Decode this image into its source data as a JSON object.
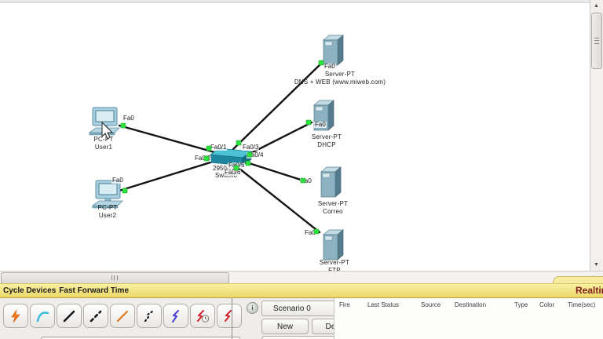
{
  "colors": {
    "realtime_bar_yellow": "#eed768",
    "realtime_text_maroon": "#7d1a1a",
    "link_up_green": "#2de23c",
    "link_line_black": "#141414",
    "auto_connect_orange": "#f07818",
    "console_cyan": "#35b8d8",
    "fiber_orange": "#e2761b",
    "coaxial_blue": "#4a3fd0",
    "serial_red": "#d2232e"
  },
  "topology": {
    "devices": [
      {
        "kind": "pc",
        "type_label": "PC-PT",
        "name": "User1"
      },
      {
        "kind": "pc",
        "type_label": "PC-PT",
        "name": "User2"
      },
      {
        "kind": "switch",
        "model": "2950-24",
        "name": "Switch0"
      },
      {
        "kind": "server",
        "type_label": "Server-PT",
        "name": "DNS + WEB (www.miweb.com)"
      },
      {
        "kind": "server",
        "type_label": "Server-PT",
        "name": "DHCP"
      },
      {
        "kind": "server",
        "type_label": "Server-PT",
        "name": "Correo"
      },
      {
        "kind": "server",
        "type_label": "Server-PT",
        "name": "FTP"
      }
    ],
    "port_labels": {
      "pc_port": "Fa0",
      "fa0_1": "Fa0/1",
      "fa0_2": "Fa0/2",
      "fa0_3": "Fa0/3",
      "fa0_4": "Fa0/4",
      "fa0_5": "Fa0/5",
      "fa0_6": "Fa0/6"
    }
  },
  "realtime_bar": {
    "power_cycle_label": "Cycle Devices",
    "fast_forward_label": "Fast Forward Time",
    "tab_label": "Realtime"
  },
  "connections_palette": {
    "buttons": [
      {
        "name": "auto-connect"
      },
      {
        "name": "console"
      },
      {
        "name": "copper-straight-through"
      },
      {
        "name": "copper-cross-over"
      },
      {
        "name": "fiber"
      },
      {
        "name": "phone"
      },
      {
        "name": "coaxial"
      },
      {
        "name": "serial-dce"
      },
      {
        "name": "serial-dte"
      }
    ]
  },
  "scenario_panel": {
    "info_icon": "i",
    "scenario_label": "Scenario 0",
    "new_label": "New",
    "delete_label": "Delete"
  },
  "pdu_list": {
    "headers": [
      "Fire",
      "Last Status",
      "Source",
      "Destination",
      "Type",
      "Color",
      "Time(sec)"
    ]
  }
}
